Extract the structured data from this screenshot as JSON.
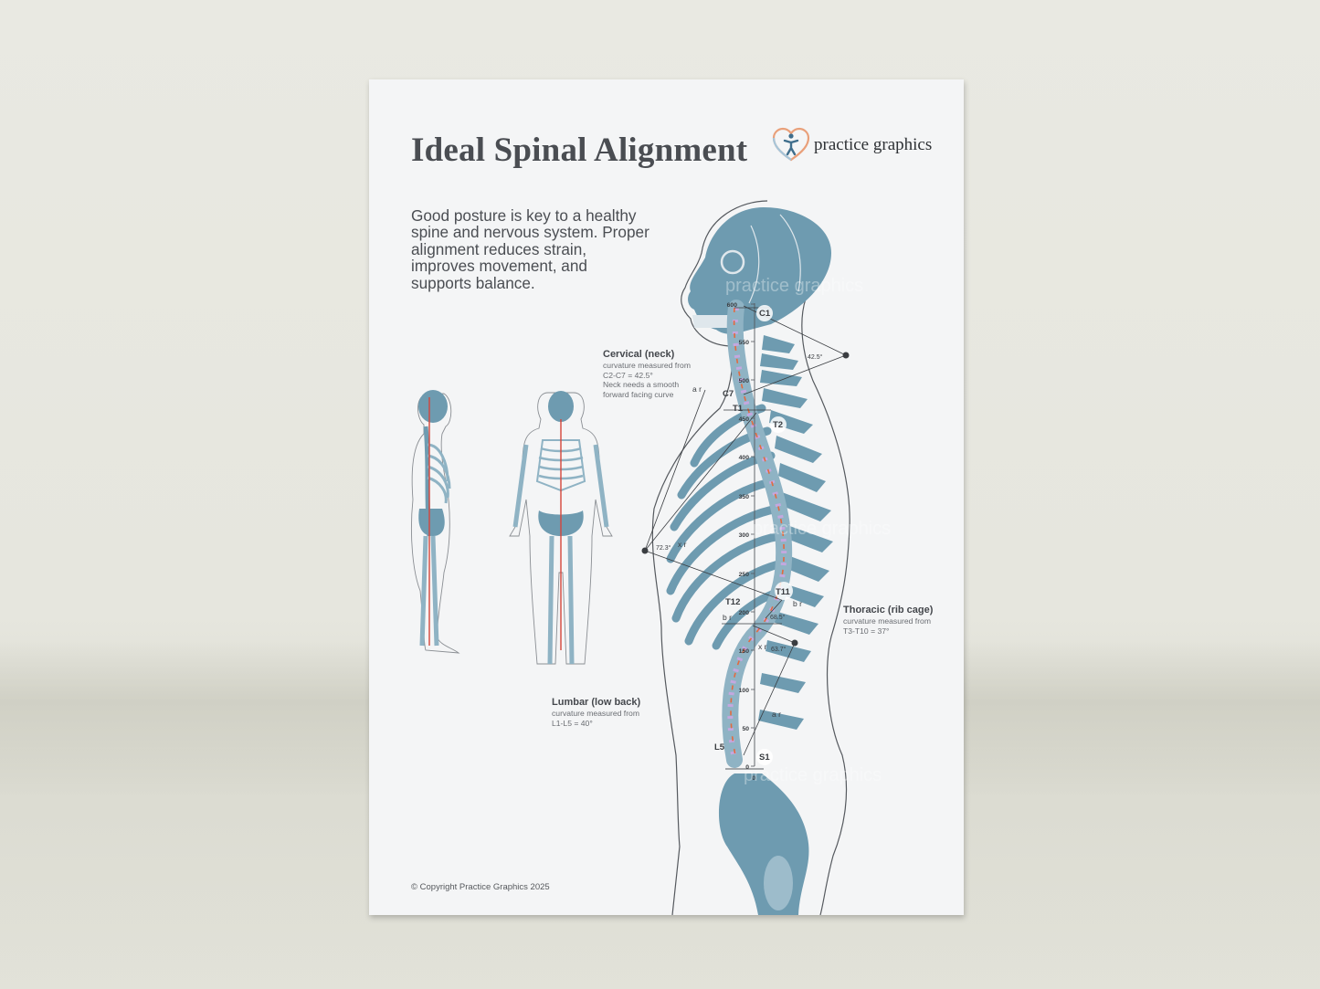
{
  "poster": {
    "title": "Ideal Spinal Alignment",
    "brand": "practice graphics",
    "intro_lines": [
      "Good posture is key to a healthy",
      "spine and nervous system. Proper",
      "alignment reduces strain,",
      "improves movement, and",
      "supports balance."
    ],
    "copyright": "© Copyright Practice Graphics 2025"
  },
  "callouts": {
    "cervical": {
      "heading": "Cervical (neck)",
      "lines": [
        "curvature measured from",
        "C2-C7 = 42.5°",
        "Neck needs a smooth",
        "forward facing curve"
      ]
    },
    "thoracic": {
      "heading": "Thoracic (rib cage)",
      "lines": [
        "curvature measured from",
        "T3-T10 = 37°"
      ]
    },
    "lumbar": {
      "heading": "Lumbar (low back)",
      "lines": [
        "curvature measured from",
        "L1-L5 = 40°"
      ]
    }
  },
  "vertebra_labels": {
    "c1": "C1",
    "c7": "C7",
    "t1": "T1",
    "t2": "T2",
    "t11": "T11",
    "t12": "T12",
    "l5": "L5",
    "s1": "S1"
  },
  "angles": {
    "cervical": "42.5°",
    "thoracic_front": "72.3°",
    "thoracic_low": "68.5°",
    "lumbar": "63.7°"
  },
  "markers": {
    "a_r": "a r",
    "x_r": "x r",
    "b_r": "b r",
    "b_r2": "b r",
    "x_r2": "x r",
    "a_r2": "a r"
  },
  "scale_ticks": [
    "600",
    "550",
    "500",
    "450",
    "400",
    "350",
    "300",
    "250",
    "200",
    "150",
    "100",
    "50",
    "0",
    "0"
  ],
  "watermark": "practice graphics",
  "colors": {
    "bone": "#6e9bb0",
    "bone_light": "#8fb3c4",
    "accent_red": "#d5453b",
    "disc": "#c9a6e2",
    "vertebra_mark": "#e26a3e",
    "ink": "#3a3d41",
    "paper": "#f4f5f6"
  }
}
